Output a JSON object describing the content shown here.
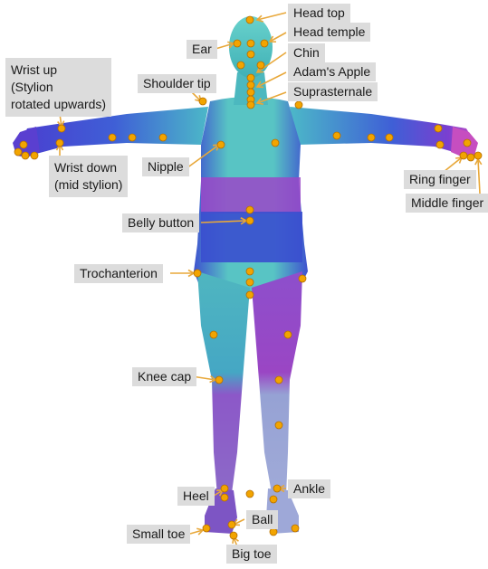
{
  "figure": {
    "labels": {
      "head_top": "Head top",
      "head_temple": "Head temple",
      "ear": "Ear",
      "chin": "Chin",
      "adams_apple": "Adam's Apple",
      "suprasternale": "Suprasternale",
      "shoulder_tip": "Shoulder tip",
      "wrist_up": "Wrist up\n(Stylion\nrotated upwards)",
      "wrist_down": "Wrist down\n(mid stylion)",
      "nipple": "Nipple",
      "ring_finger": "Ring finger",
      "middle_finger": "Middle finger",
      "belly_button": "Belly button",
      "trochanterion": "Trochanterion",
      "knee_cap": "Knee cap",
      "heel": "Heel",
      "ankle": "Ankle",
      "ball": "Ball",
      "small_toe": "Small toe",
      "big_toe": "Big toe"
    },
    "colors": {
      "landmark": "#f2a400",
      "landmark_edge": "#b46e00",
      "arrow": "#e8a83a",
      "label_bg": "#dcdcdc",
      "skin_cyan": "#55c6c6",
      "skin_blue": "#3a4fcf",
      "skin_purple": "#9a48c8",
      "skin_magenta": "#c34fc0",
      "skin_lilac": "#9aa6d6"
    }
  }
}
